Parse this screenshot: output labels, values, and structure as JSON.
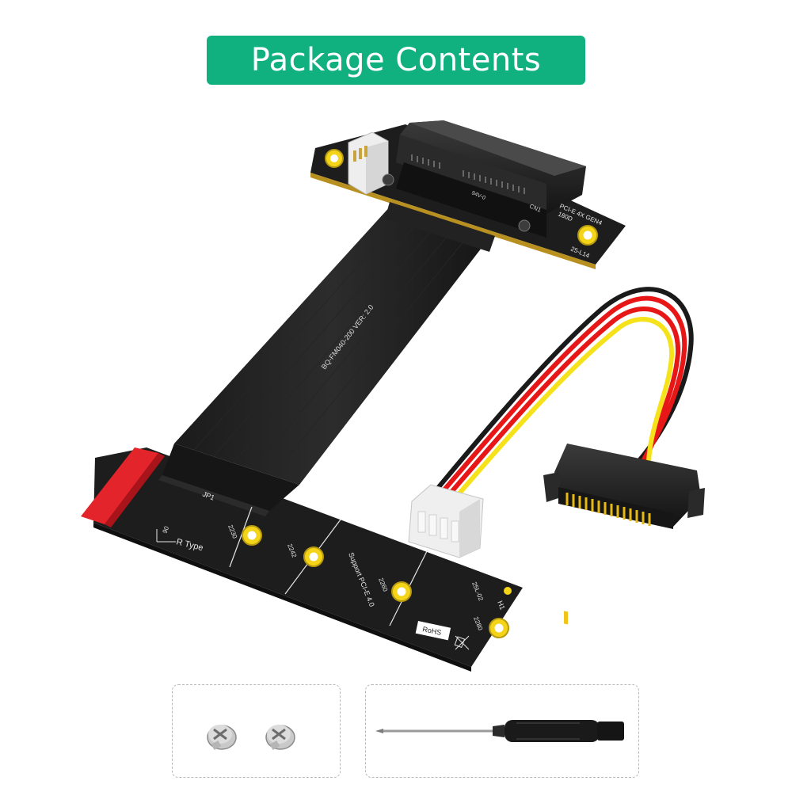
{
  "header": {
    "title": "Package Contents",
    "badge_color": "#11b07f"
  },
  "pcie_board": {
    "labels": {
      "spec": "PCI-E 4X GEN4",
      "angle": "180D",
      "model": "25-L14",
      "connector": "CN1",
      "rating": "94V-0"
    }
  },
  "ribbon_cable": {
    "label": "BQ-FM040-200  VER: 2.0"
  },
  "m2_board": {
    "labels": {
      "jumper": "JP1",
      "type": "R Type",
      "angle": "90",
      "size_2230": "2230",
      "size_2242": "2242",
      "size_2260": "2260",
      "size_2280": "2280",
      "support": "Support PCI-E 4.0",
      "model": "25L-02",
      "h1": "H1",
      "rohs": "RoHS"
    }
  },
  "power_cable": {
    "wire_colors": [
      "#1a1a1a",
      "#e81717",
      "#f5e21a"
    ]
  },
  "accessories": {
    "screws": {
      "icon": "phillips-screw-icon",
      "count": 2
    },
    "screwdriver": {
      "icon": "screwdriver-icon"
    }
  }
}
